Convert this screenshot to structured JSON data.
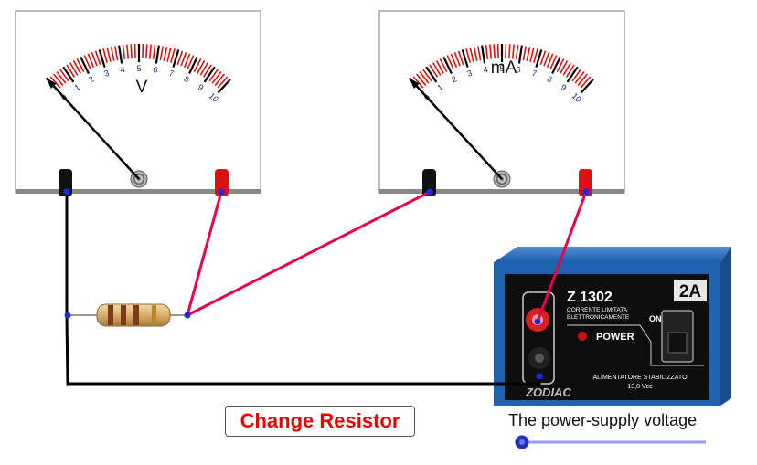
{
  "voltmeter": {
    "unit_label": "V",
    "scale_labels": [
      "0",
      "1",
      "2",
      "3",
      "4",
      "5",
      "6",
      "7",
      "8",
      "9",
      "10"
    ],
    "reading": 0
  },
  "ammeter": {
    "unit_label": "mA",
    "scale_labels": [
      "0",
      "1",
      "2",
      "3",
      "4",
      "5",
      "6",
      "7",
      "8",
      "9",
      "10"
    ],
    "reading": 0
  },
  "power_supply": {
    "model": "Z 1302",
    "current_rating": "2A",
    "line1": "CORRENTE LIMITATA",
    "line2": "ELETTRONICAMENTE",
    "on_label": "ON",
    "power_label": "POWER",
    "bottom_line1": "ALIMENTATORE STABILIZZATO",
    "bottom_line2": "13,8 Vcc",
    "brand": "ZODIAC"
  },
  "change_resistor_button": "Change Resistor",
  "voltage_slider": {
    "label": "The power-supply voltage",
    "value": 0
  },
  "colors": {
    "red_wire": "#e8004e",
    "black_wire": "#000000",
    "slider_track": "#9999ff",
    "slider_knob": "#2233bb",
    "button_text": "#e60000",
    "supply_blue": "#1f63b0"
  }
}
